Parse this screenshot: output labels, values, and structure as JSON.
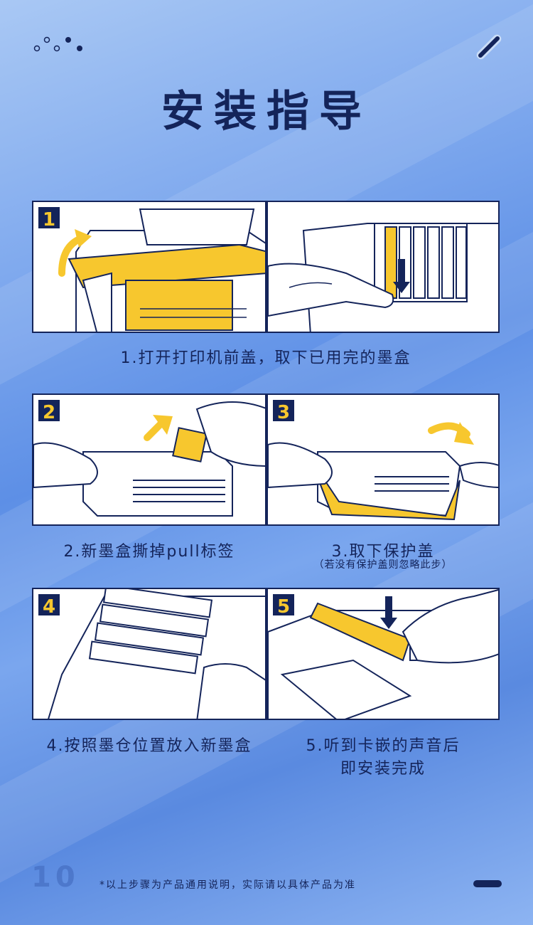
{
  "title": "安装指导",
  "colors": {
    "navy": "#14245a",
    "yellow": "#f7c72e",
    "background": "#6f9de9"
  },
  "steps": [
    {
      "badge": "1",
      "icon": "printer-open-cover-illustration"
    },
    {
      "badge": "2",
      "icon": "peel-pull-label-illustration"
    },
    {
      "badge": "3",
      "icon": "remove-cap-illustration"
    },
    {
      "badge": "4",
      "icon": "insert-cartridge-illustration"
    },
    {
      "badge": "5",
      "icon": "click-in-cartridge-illustration"
    }
  ],
  "captions": {
    "step1": "1.打开打印机前盖，取下已用完的墨盒",
    "step2": "2.新墨盒撕掉pull标签",
    "step3": "3.取下保护盖",
    "step3_note": "（若没有保护盖则忽略此步）",
    "step4": "4.按照墨仓位置放入新墨盒",
    "step5_line1": "5.听到卡嵌的声音后",
    "step5_line2": "即安装完成"
  },
  "page_number": "10",
  "footnote": "*以上步骤为产品通用说明，实际请以具体产品为准"
}
